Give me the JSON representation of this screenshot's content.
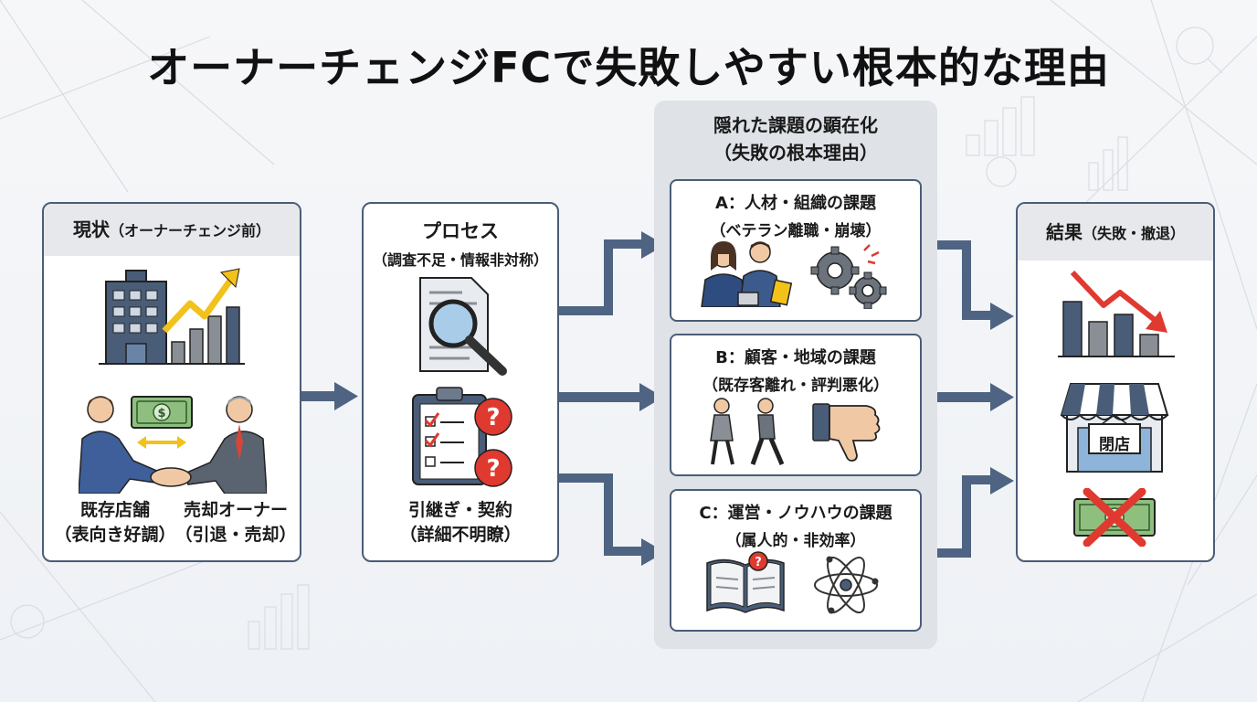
{
  "title": "オーナーチェンジFCで失敗しやすい根本的な理由",
  "current": {
    "heading": "現状",
    "heading_sub": "（オーナーチェンジ前）",
    "store_label_1": "既存店舗",
    "store_label_2": "（表向き好調）",
    "owner_label_1": "売却オーナー",
    "owner_label_2": "（引退・売却）"
  },
  "process": {
    "heading": "プロセス",
    "heading_sub": "（調査不足・情報非対称）",
    "label_1": "引継ぎ・契約",
    "label_2": "（詳細不明瞭）"
  },
  "hidden": {
    "title_1": "隠れた課題の顕在化",
    "title_2": "（失敗の根本理由）",
    "issues": [
      {
        "title": "A：人材・組織の課題",
        "sub": "（ベテラン離職・崩壊）"
      },
      {
        "title": "B：顧客・地域の課題",
        "sub": "（既存客離れ・評判悪化）"
      },
      {
        "title": "C：運営・ノウハウの課題",
        "sub": "（属人的・非効率）"
      }
    ]
  },
  "result": {
    "heading": "結果",
    "heading_sub": "（失敗・撤退）",
    "closed_sign": "閉店"
  },
  "colors": {
    "accent_navy": "#4a5d78",
    "arrow": "#4f6482",
    "gold": "#f2c21b",
    "red": "#e0392f"
  }
}
